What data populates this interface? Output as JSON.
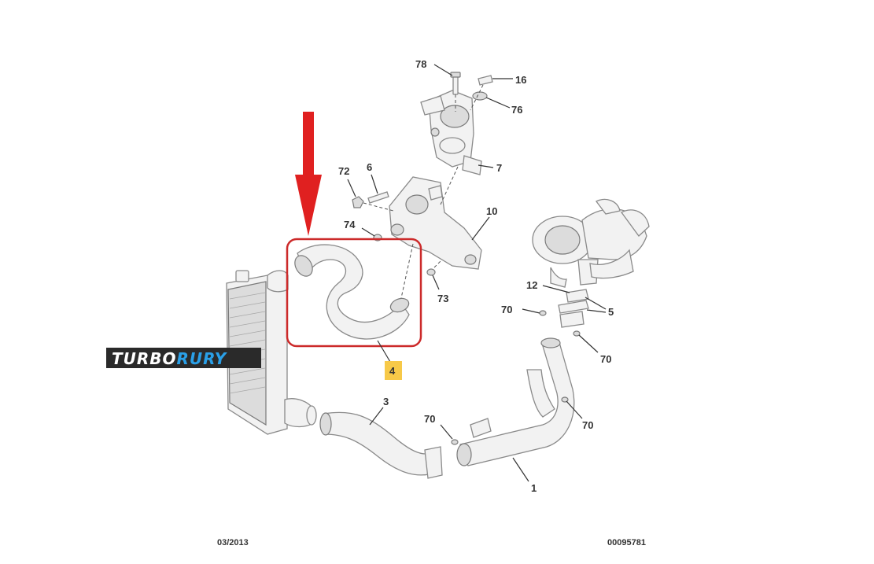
{
  "callouts": {
    "p78": "78",
    "p16": "16",
    "p76": "76",
    "p7": "7",
    "p72": "72",
    "p6": "6",
    "p10": "10",
    "p74": "74",
    "p73": "73",
    "p12": "12",
    "p5": "5",
    "p70a": "70",
    "p70b": "70",
    "p4": "4",
    "p3": "3",
    "p70c": "70",
    "p70d": "70",
    "p1": "1"
  },
  "brand": {
    "part1": "TURBO",
    "part2": "RURY"
  },
  "footer": {
    "date": "03/2013",
    "code": "00095781"
  },
  "colors": {
    "arrow": "#e02020",
    "highlight_box": "#cc2a2a",
    "callout_highlight": "#f7c948",
    "brand_bg": "#2a2a2a",
    "brand_accent": "#2aa0e8"
  }
}
